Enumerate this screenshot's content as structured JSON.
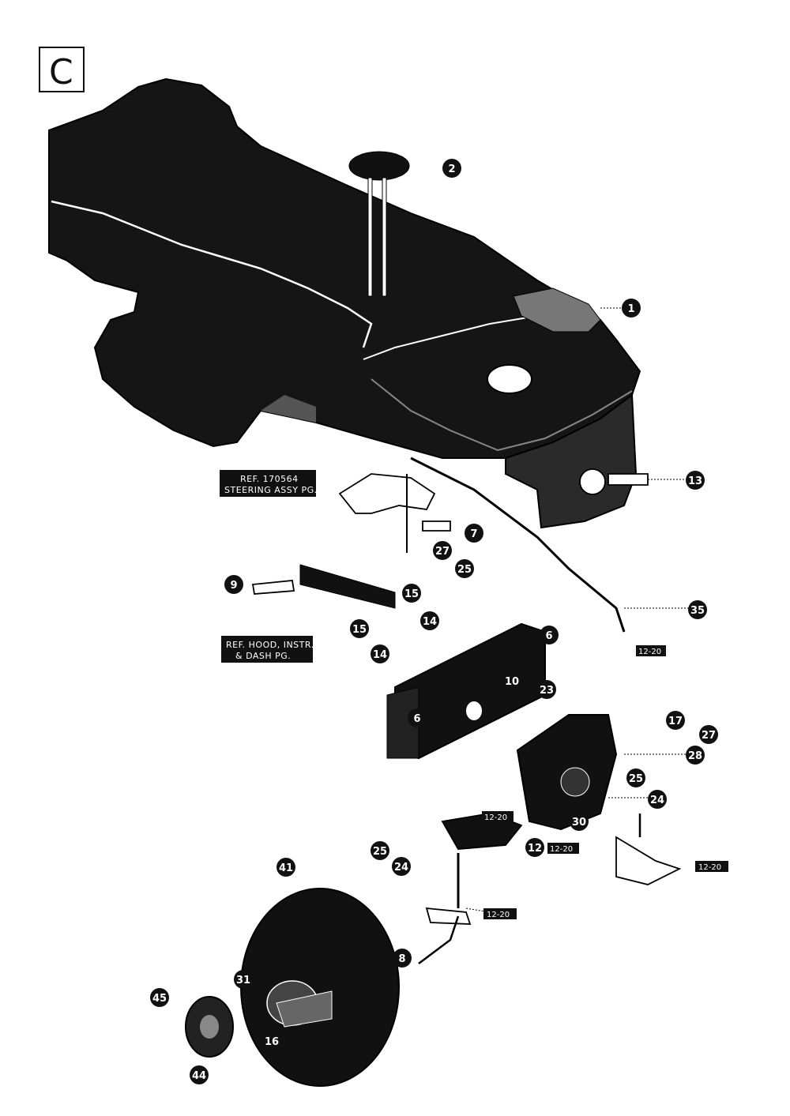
{
  "section": {
    "letter": "C"
  },
  "references": [
    {
      "id": "ref-steering",
      "line1": "REF. 170564",
      "line2": "STEERING ASSY PG."
    },
    {
      "id": "ref-hood",
      "line1": "REF. HOOD, INSTR.",
      "line2": "& DASH PG."
    }
  ],
  "callouts": [
    {
      "id": "c2",
      "label": "2"
    },
    {
      "id": "c1",
      "label": "1"
    },
    {
      "id": "c13",
      "label": "13"
    },
    {
      "id": "c7",
      "label": "7"
    },
    {
      "id": "c27a",
      "label": "27"
    },
    {
      "id": "c25a",
      "label": "25"
    },
    {
      "id": "c9",
      "label": "9"
    },
    {
      "id": "c15a",
      "label": "15"
    },
    {
      "id": "c14a",
      "label": "14"
    },
    {
      "id": "c15b",
      "label": "15"
    },
    {
      "id": "c14b",
      "label": "14"
    },
    {
      "id": "c6a",
      "label": "6"
    },
    {
      "id": "c35",
      "label": "35"
    },
    {
      "id": "c10",
      "label": "10"
    },
    {
      "id": "c6b",
      "label": "6"
    },
    {
      "id": "c23",
      "label": "23"
    },
    {
      "id": "c17",
      "label": "17"
    },
    {
      "id": "c27b",
      "label": "27"
    },
    {
      "id": "c28",
      "label": "28"
    },
    {
      "id": "c25b",
      "label": "25"
    },
    {
      "id": "c24a",
      "label": "24"
    },
    {
      "id": "c30",
      "label": "30"
    },
    {
      "id": "c12",
      "label": "12"
    },
    {
      "id": "c25c",
      "label": "25"
    },
    {
      "id": "c24b",
      "label": "24"
    },
    {
      "id": "c41",
      "label": "41"
    },
    {
      "id": "c8",
      "label": "8"
    },
    {
      "id": "c31",
      "label": "31"
    },
    {
      "id": "c45",
      "label": "45"
    },
    {
      "id": "c16",
      "label": "16"
    },
    {
      "id": "c44",
      "label": "44"
    }
  ],
  "tags": [
    {
      "id": "t-12-20a",
      "label": "12-20"
    },
    {
      "id": "t-12-20b",
      "label": "12-20"
    },
    {
      "id": "t-12-20c",
      "label": "12-20"
    },
    {
      "id": "t-12-20d",
      "label": "12-20"
    },
    {
      "id": "t-12-20e",
      "label": "12-20"
    }
  ]
}
